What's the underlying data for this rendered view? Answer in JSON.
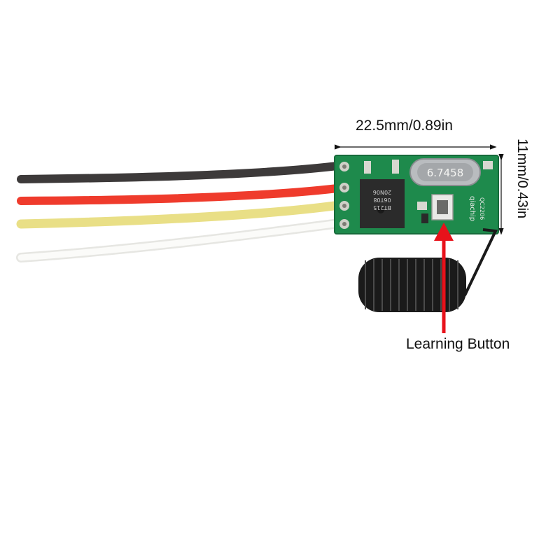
{
  "annotations": {
    "width_dimension": "22.5mm/0.89in",
    "height_dimension": "11mm/0.43in",
    "button_callout": "Learning Button"
  },
  "board_markings": {
    "crystal": "6.7458",
    "chip_lines": [
      "20N06",
      "06T08",
      "BT215"
    ],
    "side_text": "qiachip",
    "pcb_code": "QC2206"
  },
  "colors": {
    "wire_black": "#3d3a3a",
    "wire_red": "#ef3b2c",
    "wire_yellow": "#e9df86",
    "wire_white": "#f2f2f0",
    "pcb_green": "#1e8a4c",
    "arrow_red": "#e8121b",
    "antenna": "#1a1a1a"
  }
}
